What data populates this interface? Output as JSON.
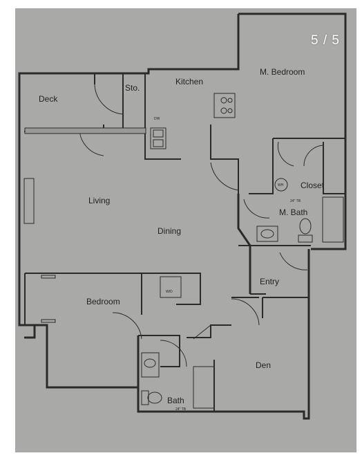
{
  "viewer": {
    "counter": "5 / 5"
  },
  "rooms": {
    "deck": "Deck",
    "storage": "Sto.",
    "kitchen": "Kitchen",
    "master_bedroom": "M. Bedroom",
    "living": "Living",
    "dining": "Dining",
    "closet": "Closet",
    "master_bath": "M. Bath",
    "entry": "Entry",
    "bedroom": "Bedroom",
    "den": "Den",
    "bath": "Bath"
  },
  "fixtures": {
    "dishwasher": "DW",
    "washer_dryer": "W/D",
    "water_heater": "WH",
    "tub_mbath": "24\" TB",
    "tub_bath": "24\" TB"
  },
  "colors": {
    "background": "#ffffff",
    "plan_paper": "#a9aaa8",
    "wall": "#2a2a2a",
    "counter_text": "#ffffff"
  }
}
